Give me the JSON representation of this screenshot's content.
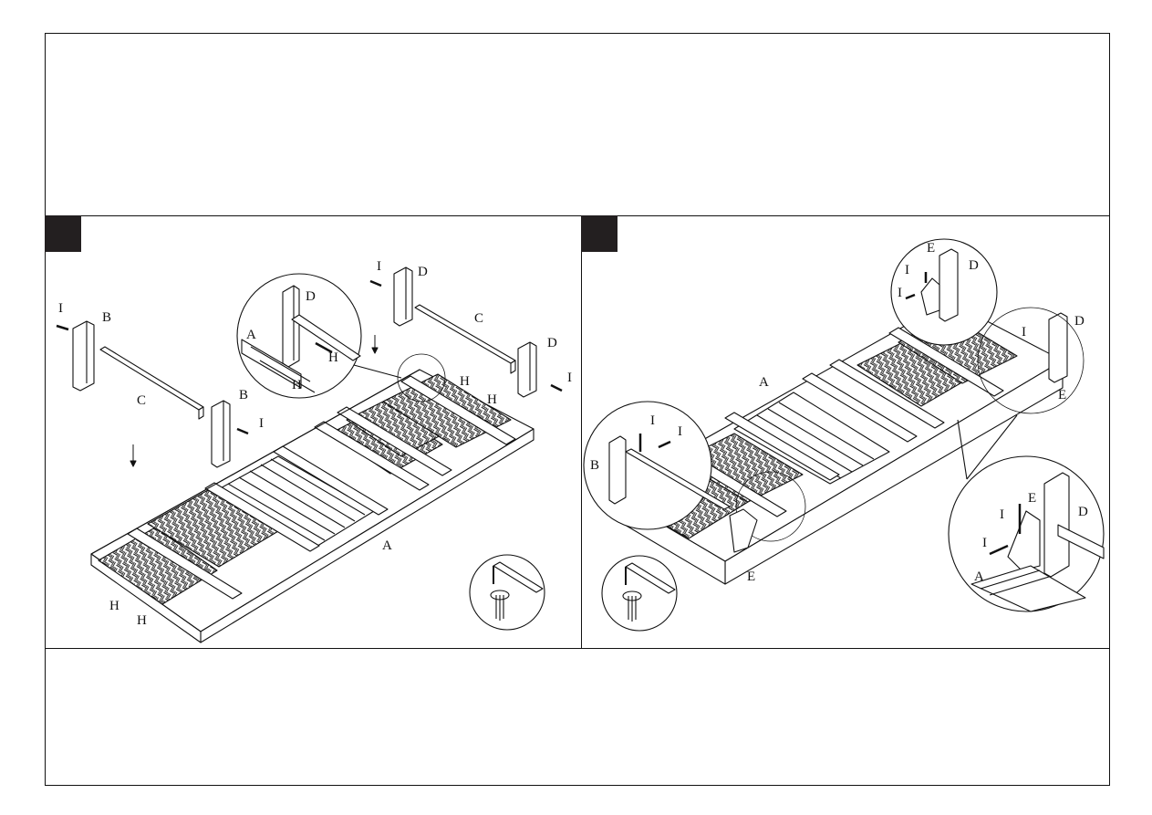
{
  "steps": [
    {
      "callouts": {
        "i1": "I",
        "b1": "B",
        "c1": "C",
        "b2": "B",
        "i2": "I",
        "d_zoom": "D",
        "a_zoom": "A",
        "h_zoom1": "H",
        "h_zoom2": "H",
        "i3": "I",
        "d1": "D",
        "c2": "C",
        "d2": "D",
        "i4": "I",
        "h1": "H",
        "h2": "H",
        "a_main": "A",
        "h3": "H",
        "h4": "H"
      },
      "tool": "allen-key-icon"
    },
    {
      "callouts": {
        "e_top": "E",
        "i_top1": "I",
        "d_top": "D",
        "i_top2": "I",
        "a_main": "A",
        "d_right": "D",
        "i_right": "I",
        "e_right": "E",
        "i_left1": "I",
        "i_left2": "I",
        "b_left": "B",
        "e_bottom": "E",
        "i_br1": "I",
        "e_br": "E",
        "d_br": "D",
        "i_br2": "I",
        "a_br": "A"
      },
      "tool": "allen-key-icon"
    }
  ]
}
